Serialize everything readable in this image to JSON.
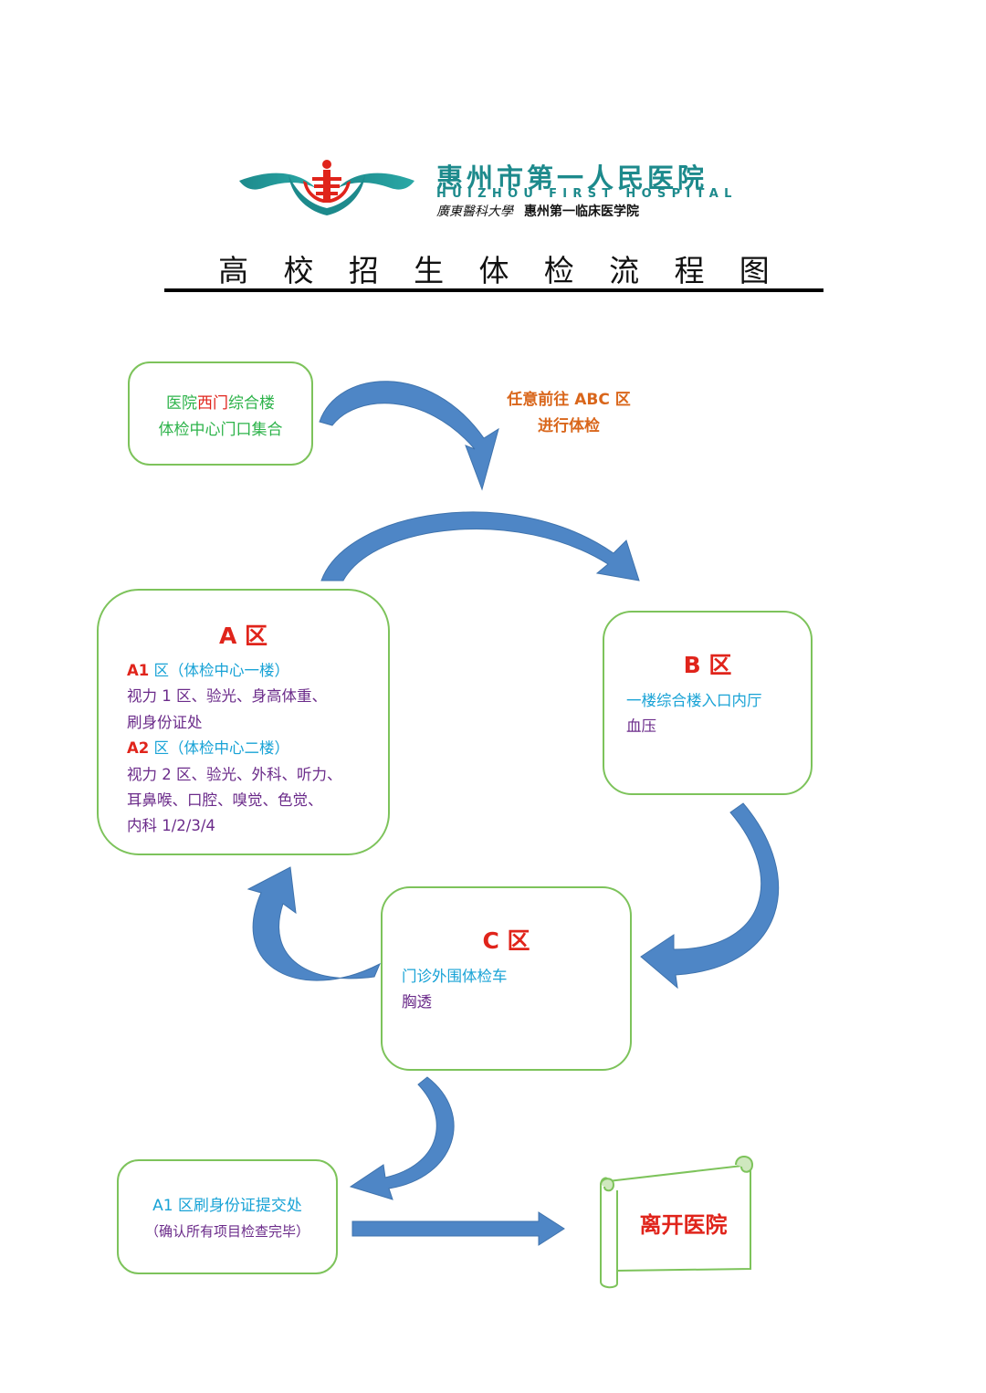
{
  "logo": {
    "name_cn": "惠州市第一人民医院",
    "name_en": "HUIZHOU FIRST HOSPITAL",
    "university": "廣東醫科大學",
    "college": "惠州第一临床医学院"
  },
  "title_chars": [
    "高",
    "校",
    "招",
    "生",
    "体",
    "检",
    "流",
    "程",
    "图"
  ],
  "start": {
    "line1_a": "医院",
    "line1_b": "西门",
    "line1_c": "综合楼",
    "line2": "体检中心门口集合"
  },
  "note": {
    "line1": "任意前往 ABC 区",
    "line2": "进行体检"
  },
  "zone_a": {
    "title": "A 区",
    "a1_code": "A1",
    "a1_loc": " 区（体检中心一楼）",
    "a1_items_1": "视力 1 区、验光、身高体重、",
    "a1_items_2": "刷身份证处",
    "a2_code": "A2",
    "a2_loc": " 区（体检中心二楼）",
    "a2_items_1": "视力 2 区、验光、外科、听力、",
    "a2_items_2": "耳鼻喉、口腔、嗅觉、色觉、",
    "a2_items_3": "内科 1/2/3/4"
  },
  "zone_b": {
    "title": "B 区",
    "location": "一楼综合楼入口内厅",
    "item": "血压"
  },
  "zone_c": {
    "title": "C 区",
    "location": "门诊外围体检车",
    "item": "胸透"
  },
  "final": {
    "line1": "A1 区刷身份证提交处",
    "line2": "（确认所有项目检查完毕）"
  },
  "leave": "离开医院",
  "colors": {
    "arrow": "#4e86c6",
    "box_border": "#7dc35b",
    "logo_teal": "#1d8a8c",
    "red": "#e0241b",
    "cyan": "#19a3d6",
    "purple": "#6b2b8a",
    "orange": "#d9661b",
    "green": "#2db34a"
  }
}
